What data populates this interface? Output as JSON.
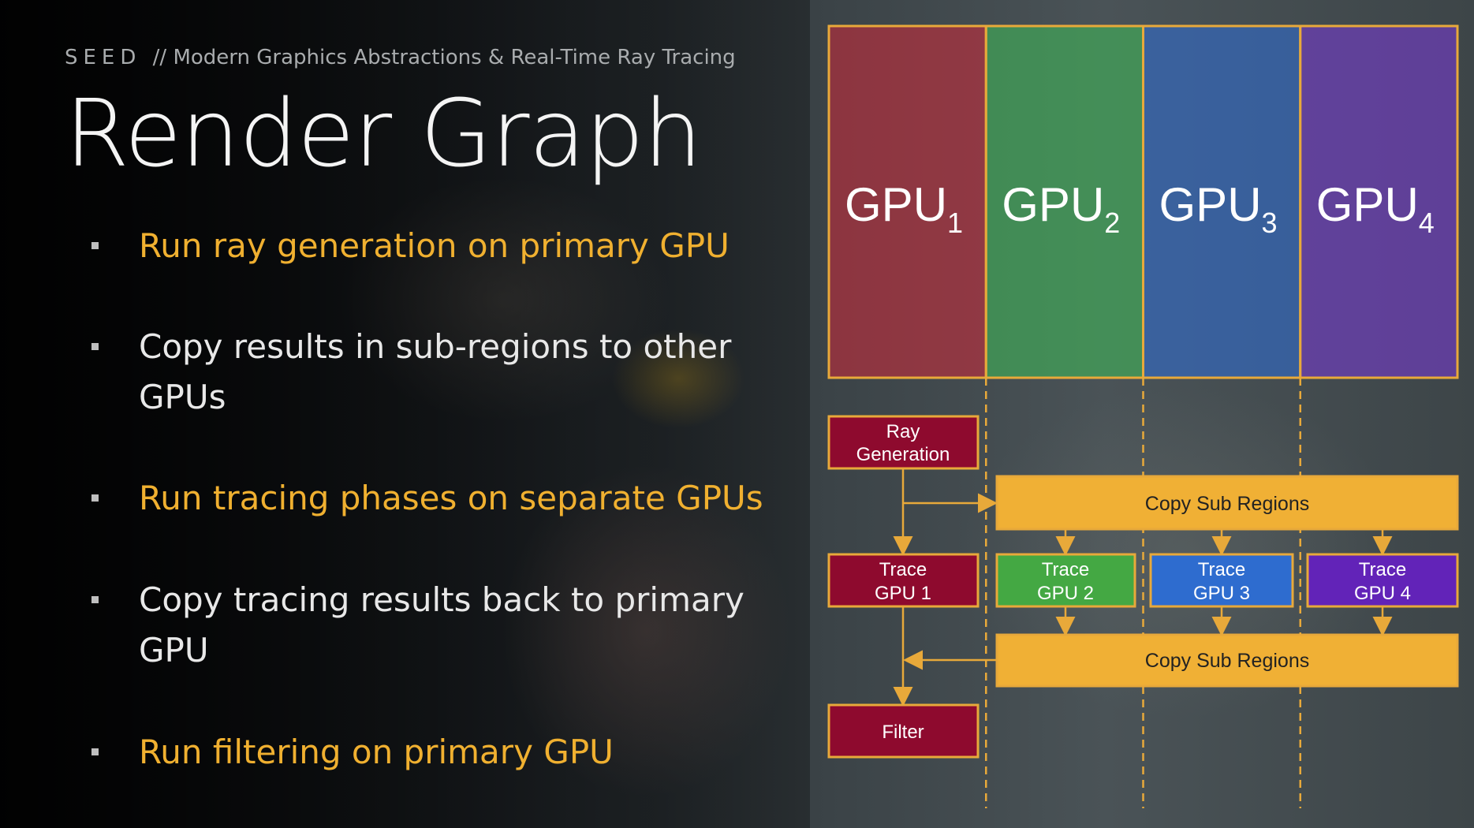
{
  "header": {
    "brand": "SEED",
    "separator": "//",
    "subtitle": "Modern Graphics Abstractions & Real-Time Ray Tracing"
  },
  "title": "Render Graph",
  "bullets": [
    {
      "text": "Run ray generation on primary GPU",
      "highlight": true
    },
    {
      "text": "Copy results in sub-regions to other GPUs",
      "highlight": false
    },
    {
      "text": "Run tracing phases on separate GPUs",
      "highlight": true
    },
    {
      "text": "Copy tracing results back to primary GPU",
      "highlight": false
    },
    {
      "text": "Run filtering on primary GPU",
      "highlight": true
    }
  ],
  "diagram": {
    "gpus": [
      {
        "label": "GPU",
        "sub": "1",
        "color": "#d02a3a"
      },
      {
        "label": "GPU",
        "sub": "2",
        "color": "#3fbf5a"
      },
      {
        "label": "GPU",
        "sub": "3",
        "color": "#2f6fd8"
      },
      {
        "label": "GPU",
        "sub": "4",
        "color": "#7a3ad8"
      }
    ],
    "nodes": {
      "ray_gen": [
        "Ray",
        "Generation"
      ],
      "copy1": "Copy Sub Regions",
      "trace": [
        [
          "Trace",
          "GPU 1"
        ],
        [
          "Trace",
          "GPU 2"
        ],
        [
          "Trace",
          "GPU 3"
        ],
        [
          "Trace",
          "GPU 4"
        ]
      ],
      "copy2": "Copy Sub Regions",
      "filter": "Filter"
    },
    "colors": {
      "primary": "#8e0a2e",
      "copy": "#f0b035",
      "border": "#e8a93a",
      "trace": [
        "#8e0a2e",
        "#44a843",
        "#2e6ccf",
        "#6223b8"
      ]
    }
  }
}
